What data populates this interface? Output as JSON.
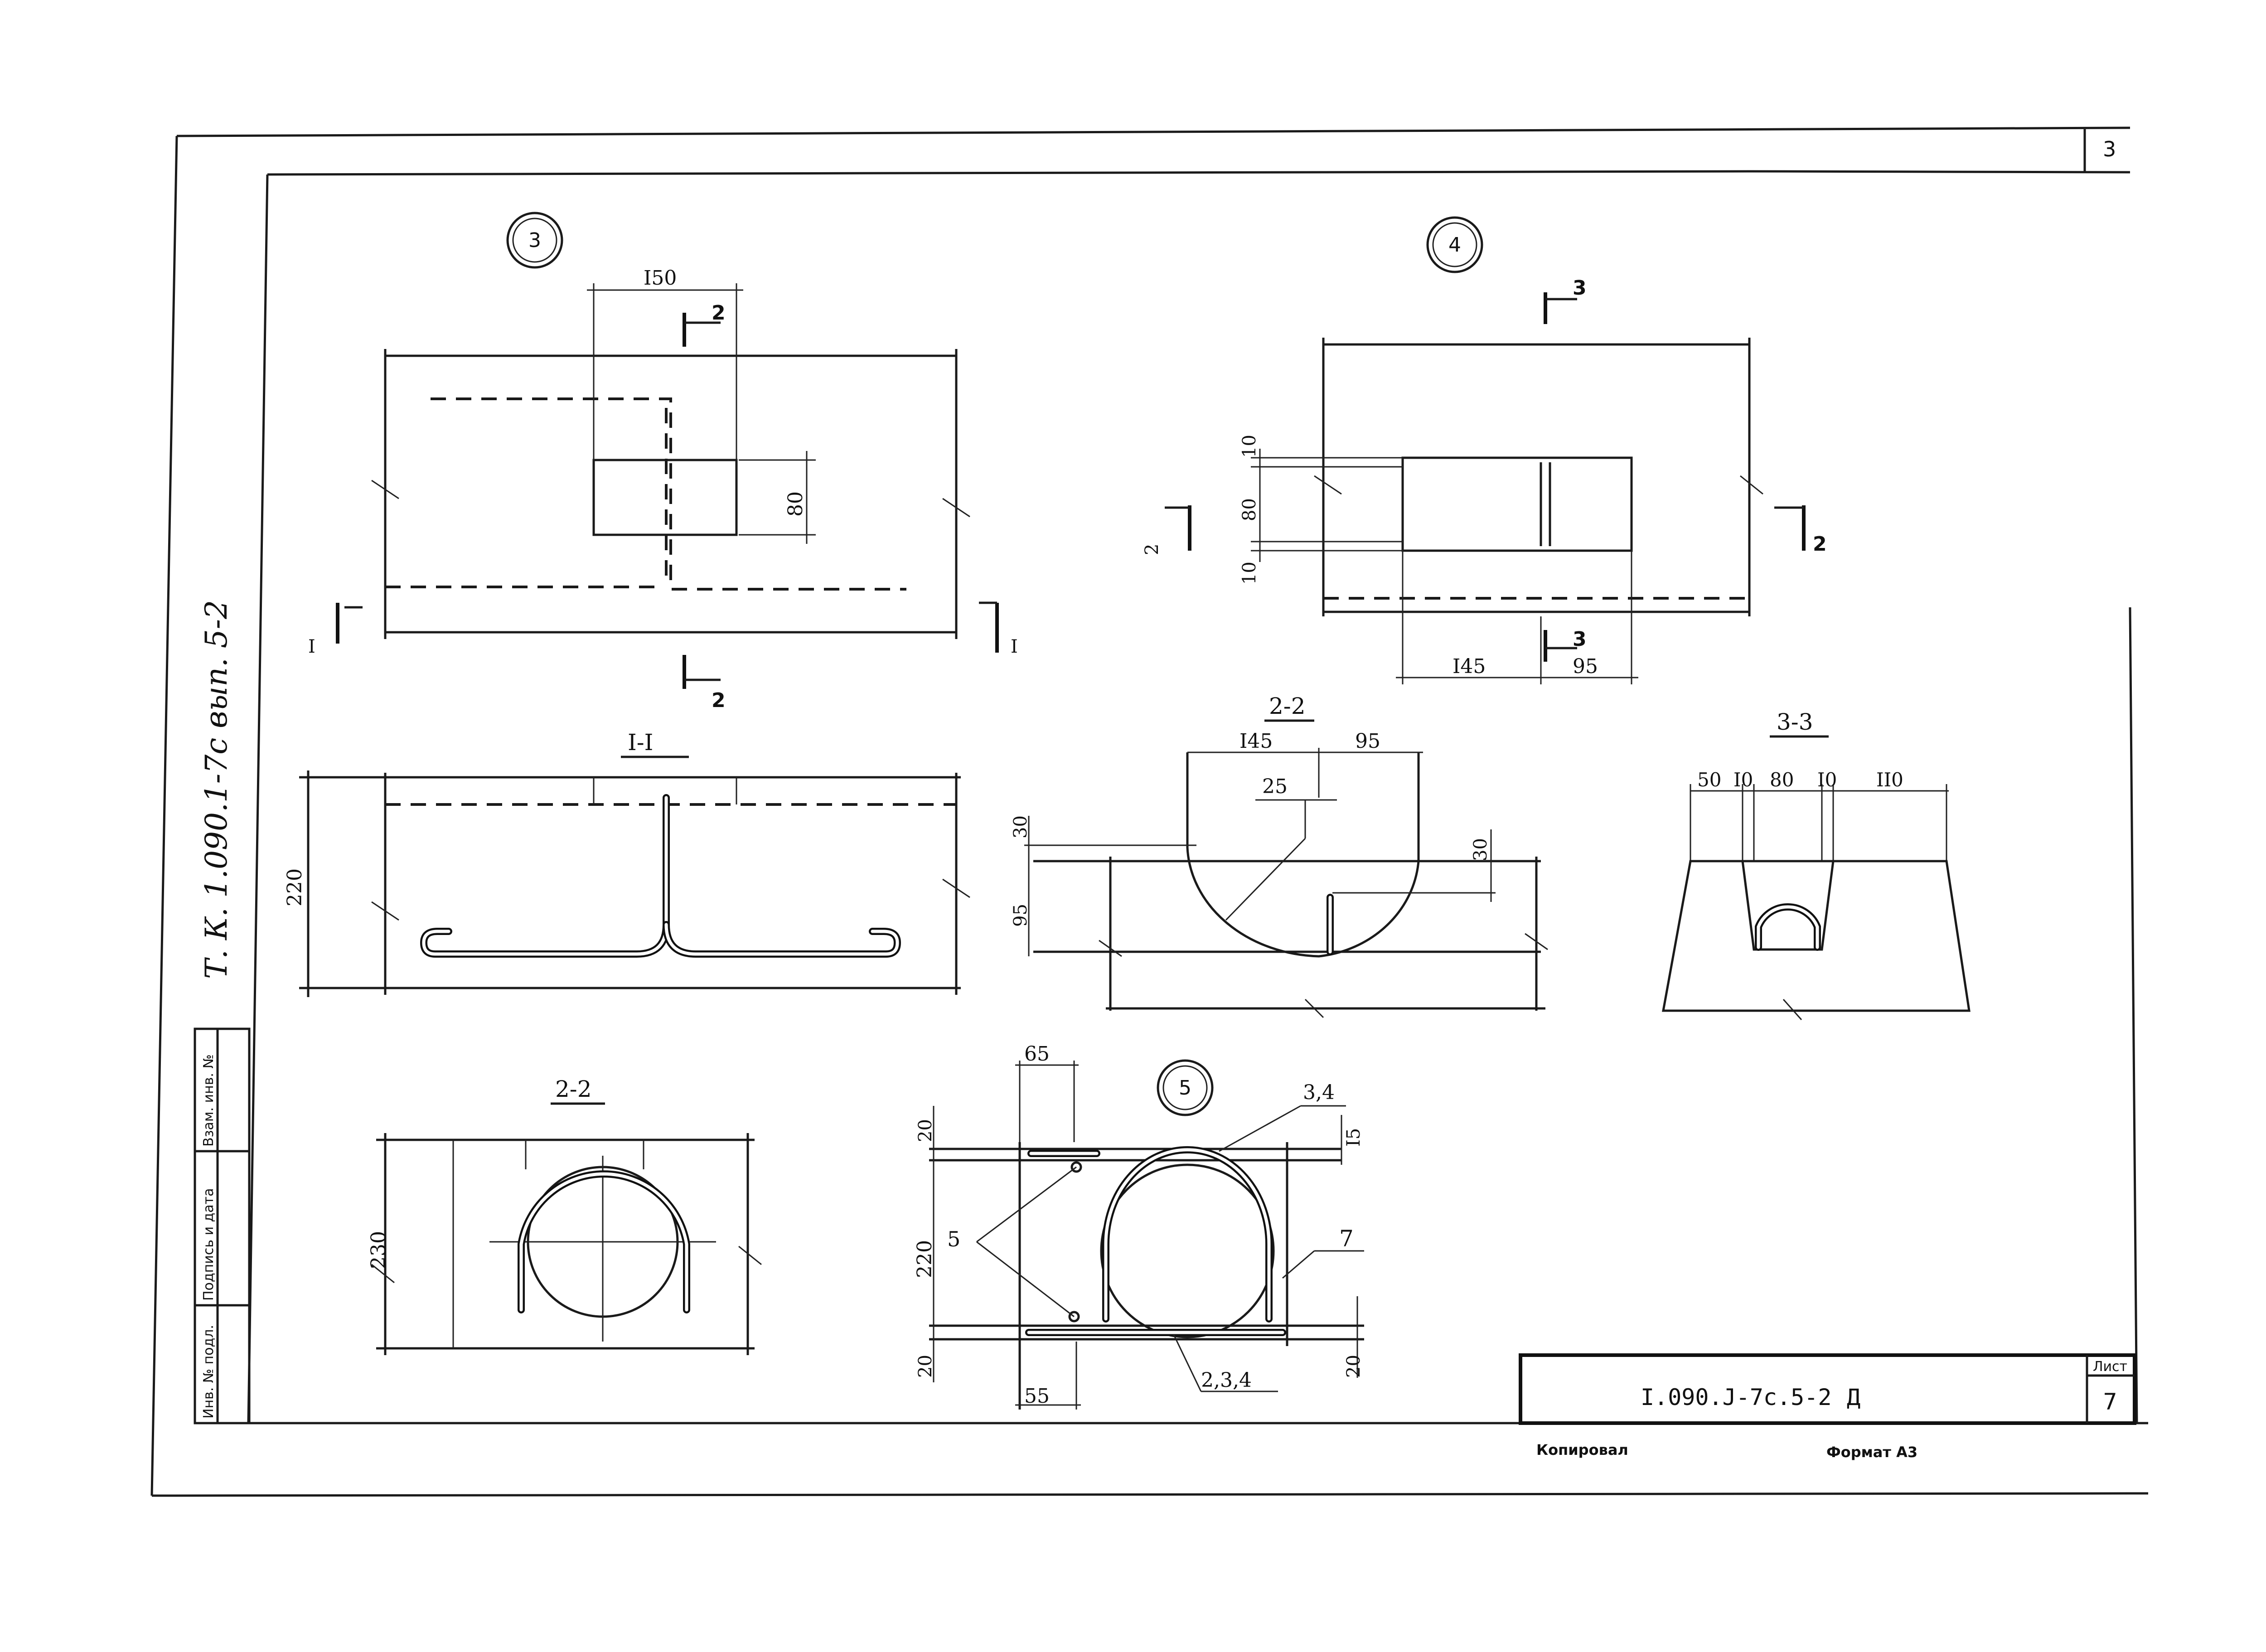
{
  "sheet": {
    "corner_number": "3",
    "vertical_stamp": "Т. К.   1.090.1-7с   вып. 5-2",
    "designation": "I.090.J-7c.5-2",
    "stage": "Д",
    "sheet_label": "Лист",
    "sheet_number": "7",
    "copied": "Копировал",
    "format": "Формат А3",
    "side_stamp": [
      "Инв. № подл.",
      "Подпись и дата",
      "Взам. инв. №"
    ]
  },
  "views": {
    "node3": {
      "marker": "3",
      "dims": {
        "width": "I50",
        "height": "80"
      },
      "cut_2": "2",
      "cut_1": "I"
    },
    "node4": {
      "marker": "4",
      "dims": {
        "top": "10",
        "middle": "80",
        "bottom": "10",
        "left": "I45",
        "right": "95"
      },
      "cut_3": "3",
      "cut_2": "2"
    },
    "section_1_1": {
      "title": "I-I",
      "dims": {
        "height": "220"
      }
    },
    "section_2_2_top": {
      "title": "2-2",
      "dims": {
        "left": "I45",
        "right": "95",
        "offset": "25",
        "top": "30",
        "right_h": "30",
        "height": "95"
      }
    },
    "section_3_3": {
      "title": "3-3",
      "dims": [
        "50",
        "I0",
        "80",
        "I0",
        "II0"
      ]
    },
    "section_2_2_bottom": {
      "title": "2-2",
      "dims": {
        "height": "230"
      }
    },
    "node5": {
      "marker": "5",
      "dims": {
        "top_width": "65",
        "bottom_width": "55",
        "top": "20",
        "height": "220",
        "bottom": "20",
        "right_bottom": "20",
        "right_top": "I5"
      },
      "callouts": {
        "top": "3,4",
        "left": "5",
        "right": "7",
        "bottom": "2,3,4"
      }
    }
  }
}
